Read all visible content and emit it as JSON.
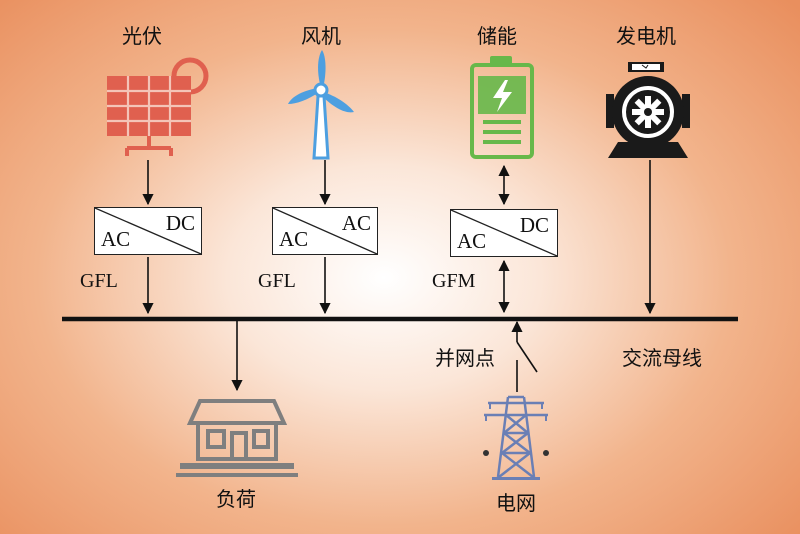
{
  "sources": [
    {
      "label": "光伏",
      "icon": "solar-panel-icon",
      "color": "#e0604f"
    },
    {
      "label": "风机",
      "icon": "wind-turbine-icon",
      "color": "#4d9fe0"
    },
    {
      "label": "储能",
      "icon": "battery-icon",
      "color": "#67b84a"
    },
    {
      "label": "发电机",
      "icon": "generator-icon",
      "color": "#1a1a1a"
    }
  ],
  "converters": [
    {
      "top": "DC",
      "bottom": "AC",
      "mode": "GFL"
    },
    {
      "top": "AC",
      "bottom": "AC",
      "mode": "GFL"
    },
    {
      "top": "DC",
      "bottom": "AC",
      "mode": "GFM"
    }
  ],
  "bus_label": "交流母线",
  "pcc_label": "并网点",
  "load_label": "负荷",
  "grid_label": "电网"
}
